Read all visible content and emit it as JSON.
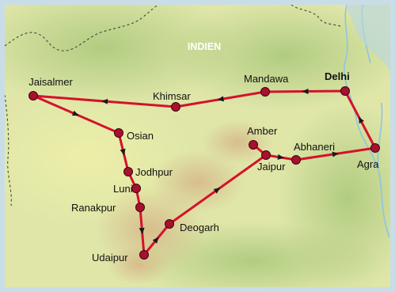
{
  "map": {
    "country_label": "INDIEN",
    "colors": {
      "route": "#d4122b",
      "stop_fill": "#a8102e",
      "stop_stroke": "#3c0510",
      "frame": "#c9dde7",
      "river": "#8fc4e4",
      "border": "#3d4a3a"
    },
    "places": [
      {
        "id": "jaisalmer",
        "label": "Jaisalmer"
      },
      {
        "id": "osian",
        "label": "Osian"
      },
      {
        "id": "jodhpur",
        "label": "Jodhpur"
      },
      {
        "id": "luni",
        "label": "Luni"
      },
      {
        "id": "ranakpur",
        "label": "Ranakpur"
      },
      {
        "id": "udaipur",
        "label": "Udaipur"
      },
      {
        "id": "deogarh",
        "label": "Deogarh"
      },
      {
        "id": "jaipur",
        "label": "Jaipur"
      },
      {
        "id": "amber",
        "label": "Amber"
      },
      {
        "id": "abhaneri",
        "label": "Abhaneri"
      },
      {
        "id": "agra",
        "label": "Agra"
      },
      {
        "id": "delhi",
        "label": "Delhi",
        "bold": true
      },
      {
        "id": "mandawa",
        "label": "Mandawa"
      },
      {
        "id": "khimsar",
        "label": "Khimsar"
      }
    ]
  }
}
